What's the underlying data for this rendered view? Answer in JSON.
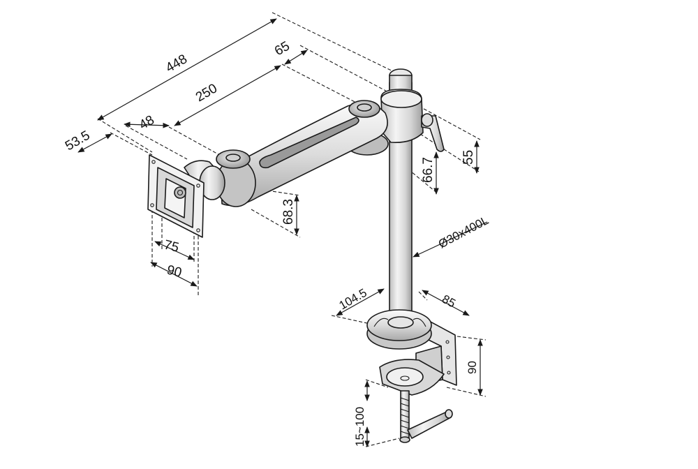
{
  "diagram": {
    "dimensions": {
      "total_length": "448",
      "arm_length": "250",
      "offset_65": "65",
      "offset_48": "48",
      "offset_53_5": "53.5",
      "collar_height": "55",
      "collar_to_arm": "66.7",
      "arm_drop": "68.3",
      "vesa_inner": "75",
      "vesa_outer": "90",
      "pole_spec": "Ø30x400L",
      "base_diameter": "104.5",
      "clamp_depth": "85",
      "clamp_height": "90",
      "clamp_range": "15~100"
    }
  }
}
